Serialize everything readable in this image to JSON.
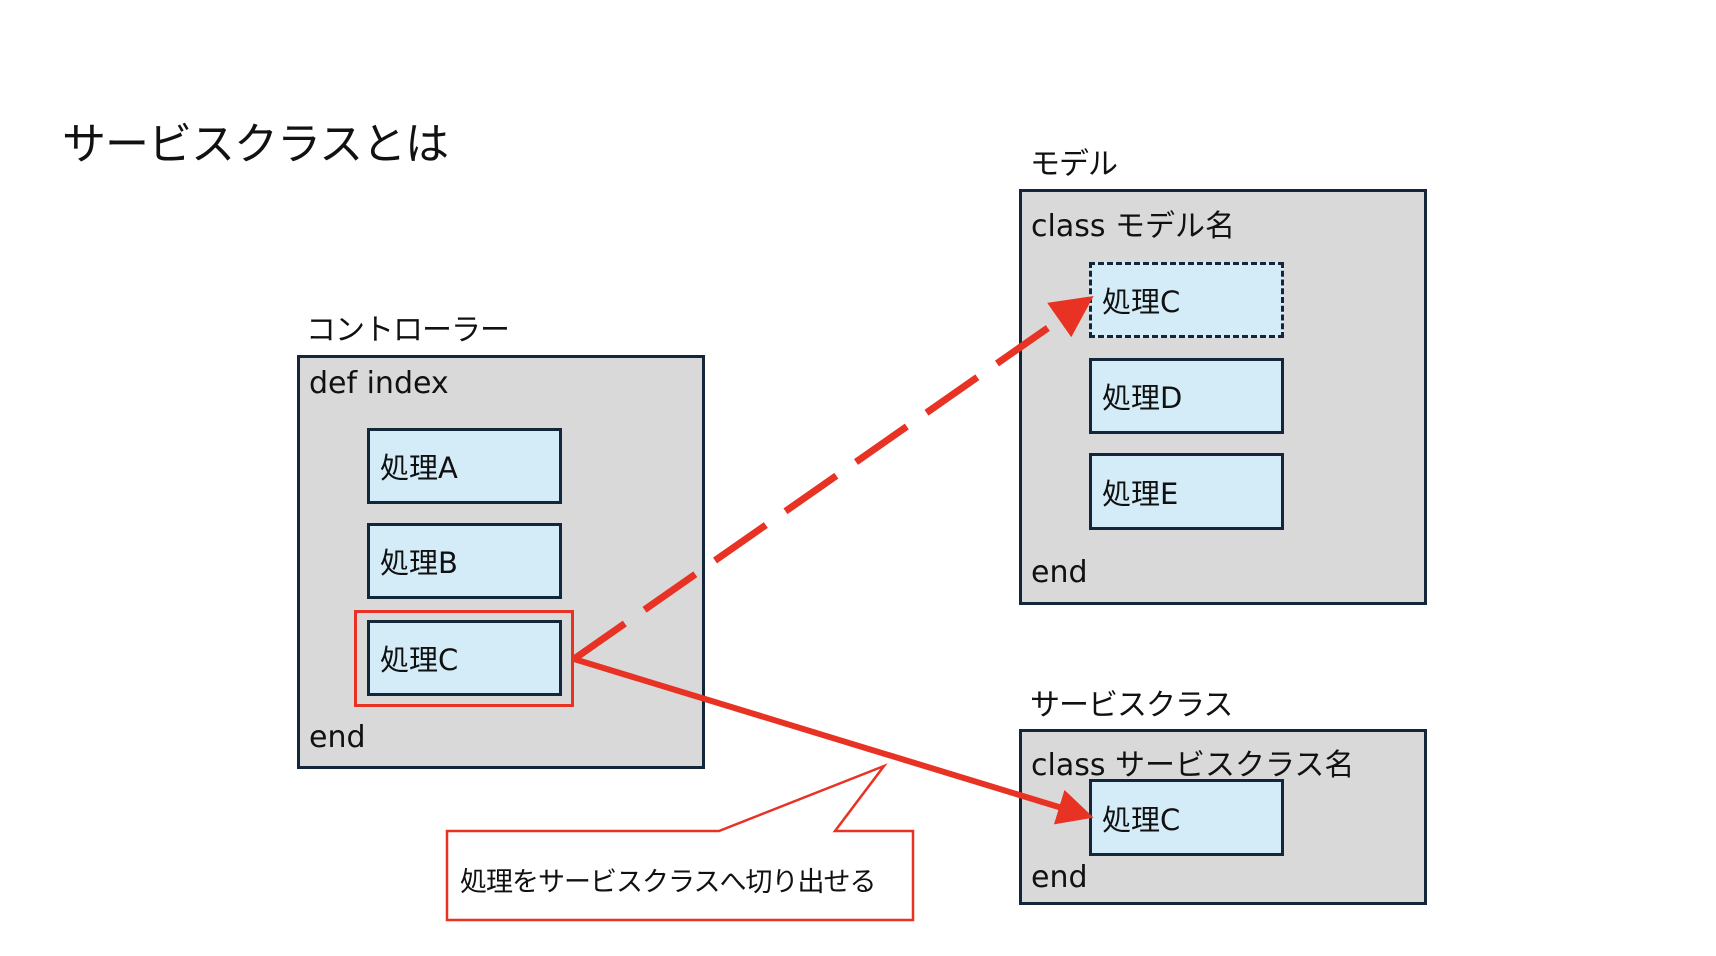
{
  "title": "サービスクラスとは",
  "colors": {
    "box_fill": "#d9d9d9",
    "box_border": "#13263a",
    "process_fill": "#d3ecf8",
    "accent_red": "#e83223"
  },
  "controller": {
    "label": "コントローラー",
    "header": "def index",
    "footer": "end",
    "processes": [
      "処理A",
      "処理B",
      "処理C"
    ],
    "highlighted_process": "処理C"
  },
  "model": {
    "label": "モデル",
    "header": "class モデル名",
    "footer": "end",
    "processes": [
      "処理C",
      "処理D",
      "処理E"
    ],
    "dashed_process": "処理C"
  },
  "service": {
    "label": "サービスクラス",
    "header": "class サービスクラス名",
    "footer": "end",
    "processes": [
      "処理C"
    ]
  },
  "callout": {
    "text": "処理をサービスクラスへ切り出せる"
  },
  "arrows": [
    {
      "from": "controller.処理C",
      "to": "model.処理C",
      "style": "dashed"
    },
    {
      "from": "controller.処理C",
      "to": "service.処理C",
      "style": "solid"
    }
  ]
}
